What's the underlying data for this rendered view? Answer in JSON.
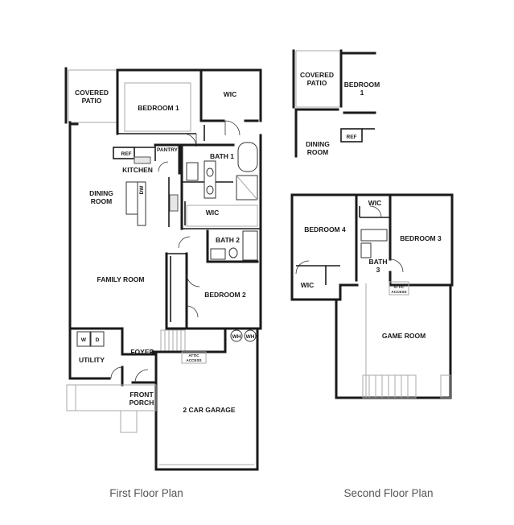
{
  "captions": {
    "first_floor": "First Floor Plan",
    "second_floor": "Second Floor Plan"
  },
  "first_floor": {
    "covered_patio": [
      "COVERED",
      "PATIO"
    ],
    "bedroom_1": "BEDROOM 1",
    "wic_top": "WIC",
    "ref": "REF",
    "pantry": "PANTRY",
    "bath_1": "BATH 1",
    "kitchen": "KITCHEN",
    "dw": "DW",
    "dining_room": [
      "DINING",
      "ROOM"
    ],
    "wic_mid": "WIC",
    "bath_2": "BATH 2",
    "family_room": "FAMILY ROOM",
    "bedroom_2": "BEDROOM 2",
    "washer": "W",
    "dryer": "D",
    "utility": "UTILITY",
    "foyer": "FOYER",
    "attic_access": [
      "ATTIC",
      "ACCESS"
    ],
    "water_heater_1": "WH",
    "water_heater_2": "WH",
    "front_porch": [
      "FRONT",
      "PORCH"
    ],
    "garage": "2 CAR GARAGE"
  },
  "second_floor": {
    "covered_patio": [
      "COVERED",
      "PATIO"
    ],
    "bedroom_1": [
      "BEDROOM",
      "1"
    ],
    "dining_room": [
      "DINING",
      "ROOM"
    ],
    "ref": "REF",
    "wic_top": "WIC",
    "bedroom_4": "BEDROOM 4",
    "bedroom_3": "BEDROOM 3",
    "bath_3": [
      "BATH",
      "3"
    ],
    "attic_access": [
      "ATTIC",
      "ACCESS"
    ],
    "wic_bottom": "WIC",
    "game_room": "GAME ROOM"
  }
}
